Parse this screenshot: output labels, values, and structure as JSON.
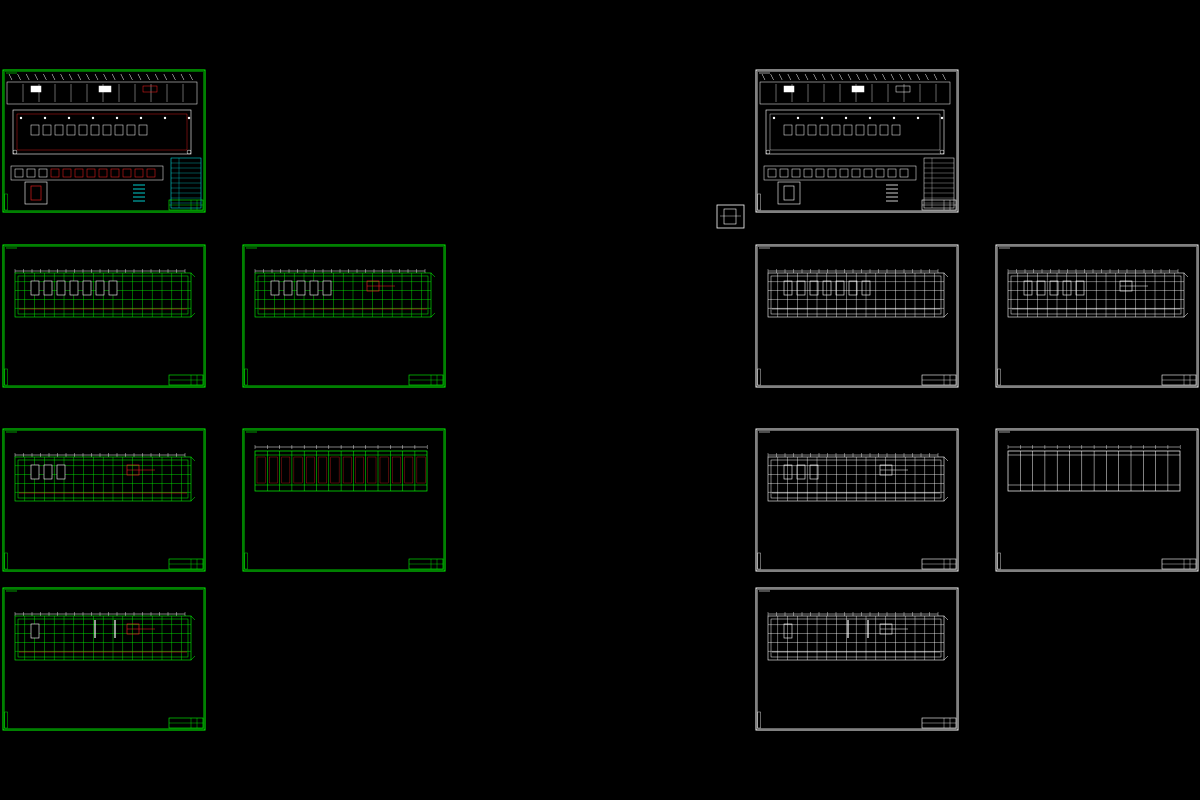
{
  "colors": {
    "background": "#000000",
    "sheet_border_green": "#00ff00",
    "sheet_border_white": "#ffffff",
    "drawing_red": "#ff2020",
    "drawing_cyan": "#00ffff",
    "drawing_white": "#ffffff",
    "drawing_green": "#00ff00"
  },
  "drawing_sets": [
    {
      "set": "colored",
      "sheets": [
        {
          "kind": "layout",
          "row": 0,
          "col": 0
        },
        {
          "kind": "frame-elevation",
          "row": 1,
          "col": 0
        },
        {
          "kind": "frame-elevation-2",
          "row": 1,
          "col": 1
        },
        {
          "kind": "frame-elevation-3",
          "row": 2,
          "col": 0
        },
        {
          "kind": "frame-simple",
          "row": 2,
          "col": 1
        },
        {
          "kind": "frame-elevation-4",
          "row": 3,
          "col": 0
        }
      ]
    },
    {
      "set": "monochrome",
      "sheets": [
        {
          "kind": "layout",
          "row": 0,
          "col": 0
        },
        {
          "kind": "frame-elevation",
          "row": 1,
          "col": 0
        },
        {
          "kind": "frame-elevation-2",
          "row": 1,
          "col": 1
        },
        {
          "kind": "frame-elevation-3",
          "row": 2,
          "col": 0
        },
        {
          "kind": "frame-simple",
          "row": 2,
          "col": 1
        },
        {
          "kind": "frame-elevation-4",
          "row": 3,
          "col": 0
        }
      ]
    }
  ],
  "detail_inset": {
    "kind": "small-detail-box",
    "set": "monochrome"
  }
}
